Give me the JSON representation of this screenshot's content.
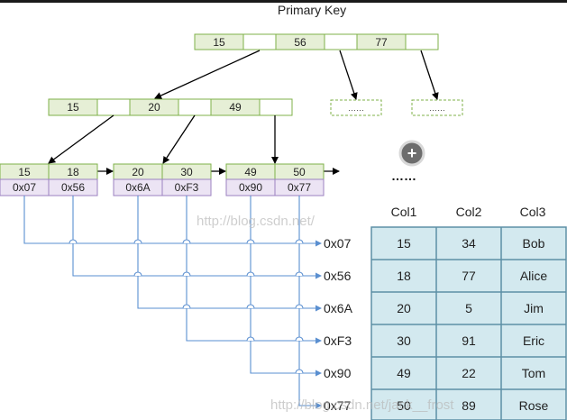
{
  "title": "Primary Key",
  "root_node": [
    "15",
    "",
    "56",
    "",
    "77",
    ""
  ],
  "internal_node": [
    "15",
    "",
    "20",
    "",
    "49",
    ""
  ],
  "placeholder_nodes": [
    "……",
    "……"
  ],
  "leaf_nodes": [
    {
      "keys": [
        "15",
        "18"
      ],
      "addrs": [
        "0x07",
        "0x56"
      ]
    },
    {
      "keys": [
        "20",
        "30"
      ],
      "addrs": [
        "0x6A",
        "0xF3"
      ]
    },
    {
      "keys": [
        "49",
        "50"
      ],
      "addrs": [
        "0x90",
        "0x77"
      ]
    }
  ],
  "leaf_ellipsis": "……",
  "zoom_button_symbol": "+",
  "row_pointers": [
    "0x07",
    "0x56",
    "0x6A",
    "0xF3",
    "0x90",
    "0x77"
  ],
  "table": {
    "headers": [
      "Col1",
      "Col2",
      "Col3"
    ],
    "rows": [
      [
        "15",
        "34",
        "Bob"
      ],
      [
        "18",
        "77",
        "Alice"
      ],
      [
        "20",
        "5",
        "Jim"
      ],
      [
        "30",
        "91",
        "Eric"
      ],
      [
        "49",
        "22",
        "Tom"
      ],
      [
        "50",
        "89",
        "Rose"
      ]
    ]
  },
  "watermarks": [
    "http://blog.csdn.net/",
    "http://blog.csdn.net/jack__frost"
  ],
  "colors": {
    "key_fill": "#e6efd6",
    "key_stroke": "#7fb04a",
    "addr_fill": "#ece4f4",
    "addr_stroke": "#9b82c0",
    "pointer_line": "#5a8fd0",
    "table_fill": "#d3e9ef",
    "table_stroke": "#5d8fa6",
    "arrow": "#000000"
  }
}
